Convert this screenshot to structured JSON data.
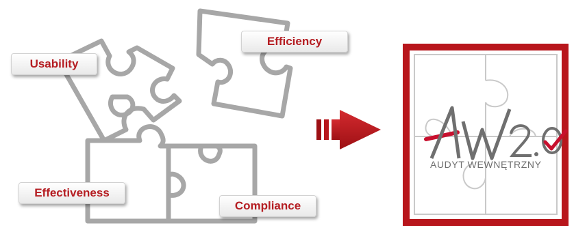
{
  "labels": {
    "usability": "Usability",
    "efficiency": "Efficiency",
    "effectiveness": "Effectiveness",
    "compliance": "Compliance"
  },
  "logo": {
    "text": "AUDYT WEWNĘTRZNY",
    "accent_color": "#c8102e"
  },
  "colors": {
    "piece_stroke": "#a7a7a7",
    "frame": "#b8161c",
    "arrow": "#b8161c",
    "label_text": "#b51d22"
  }
}
